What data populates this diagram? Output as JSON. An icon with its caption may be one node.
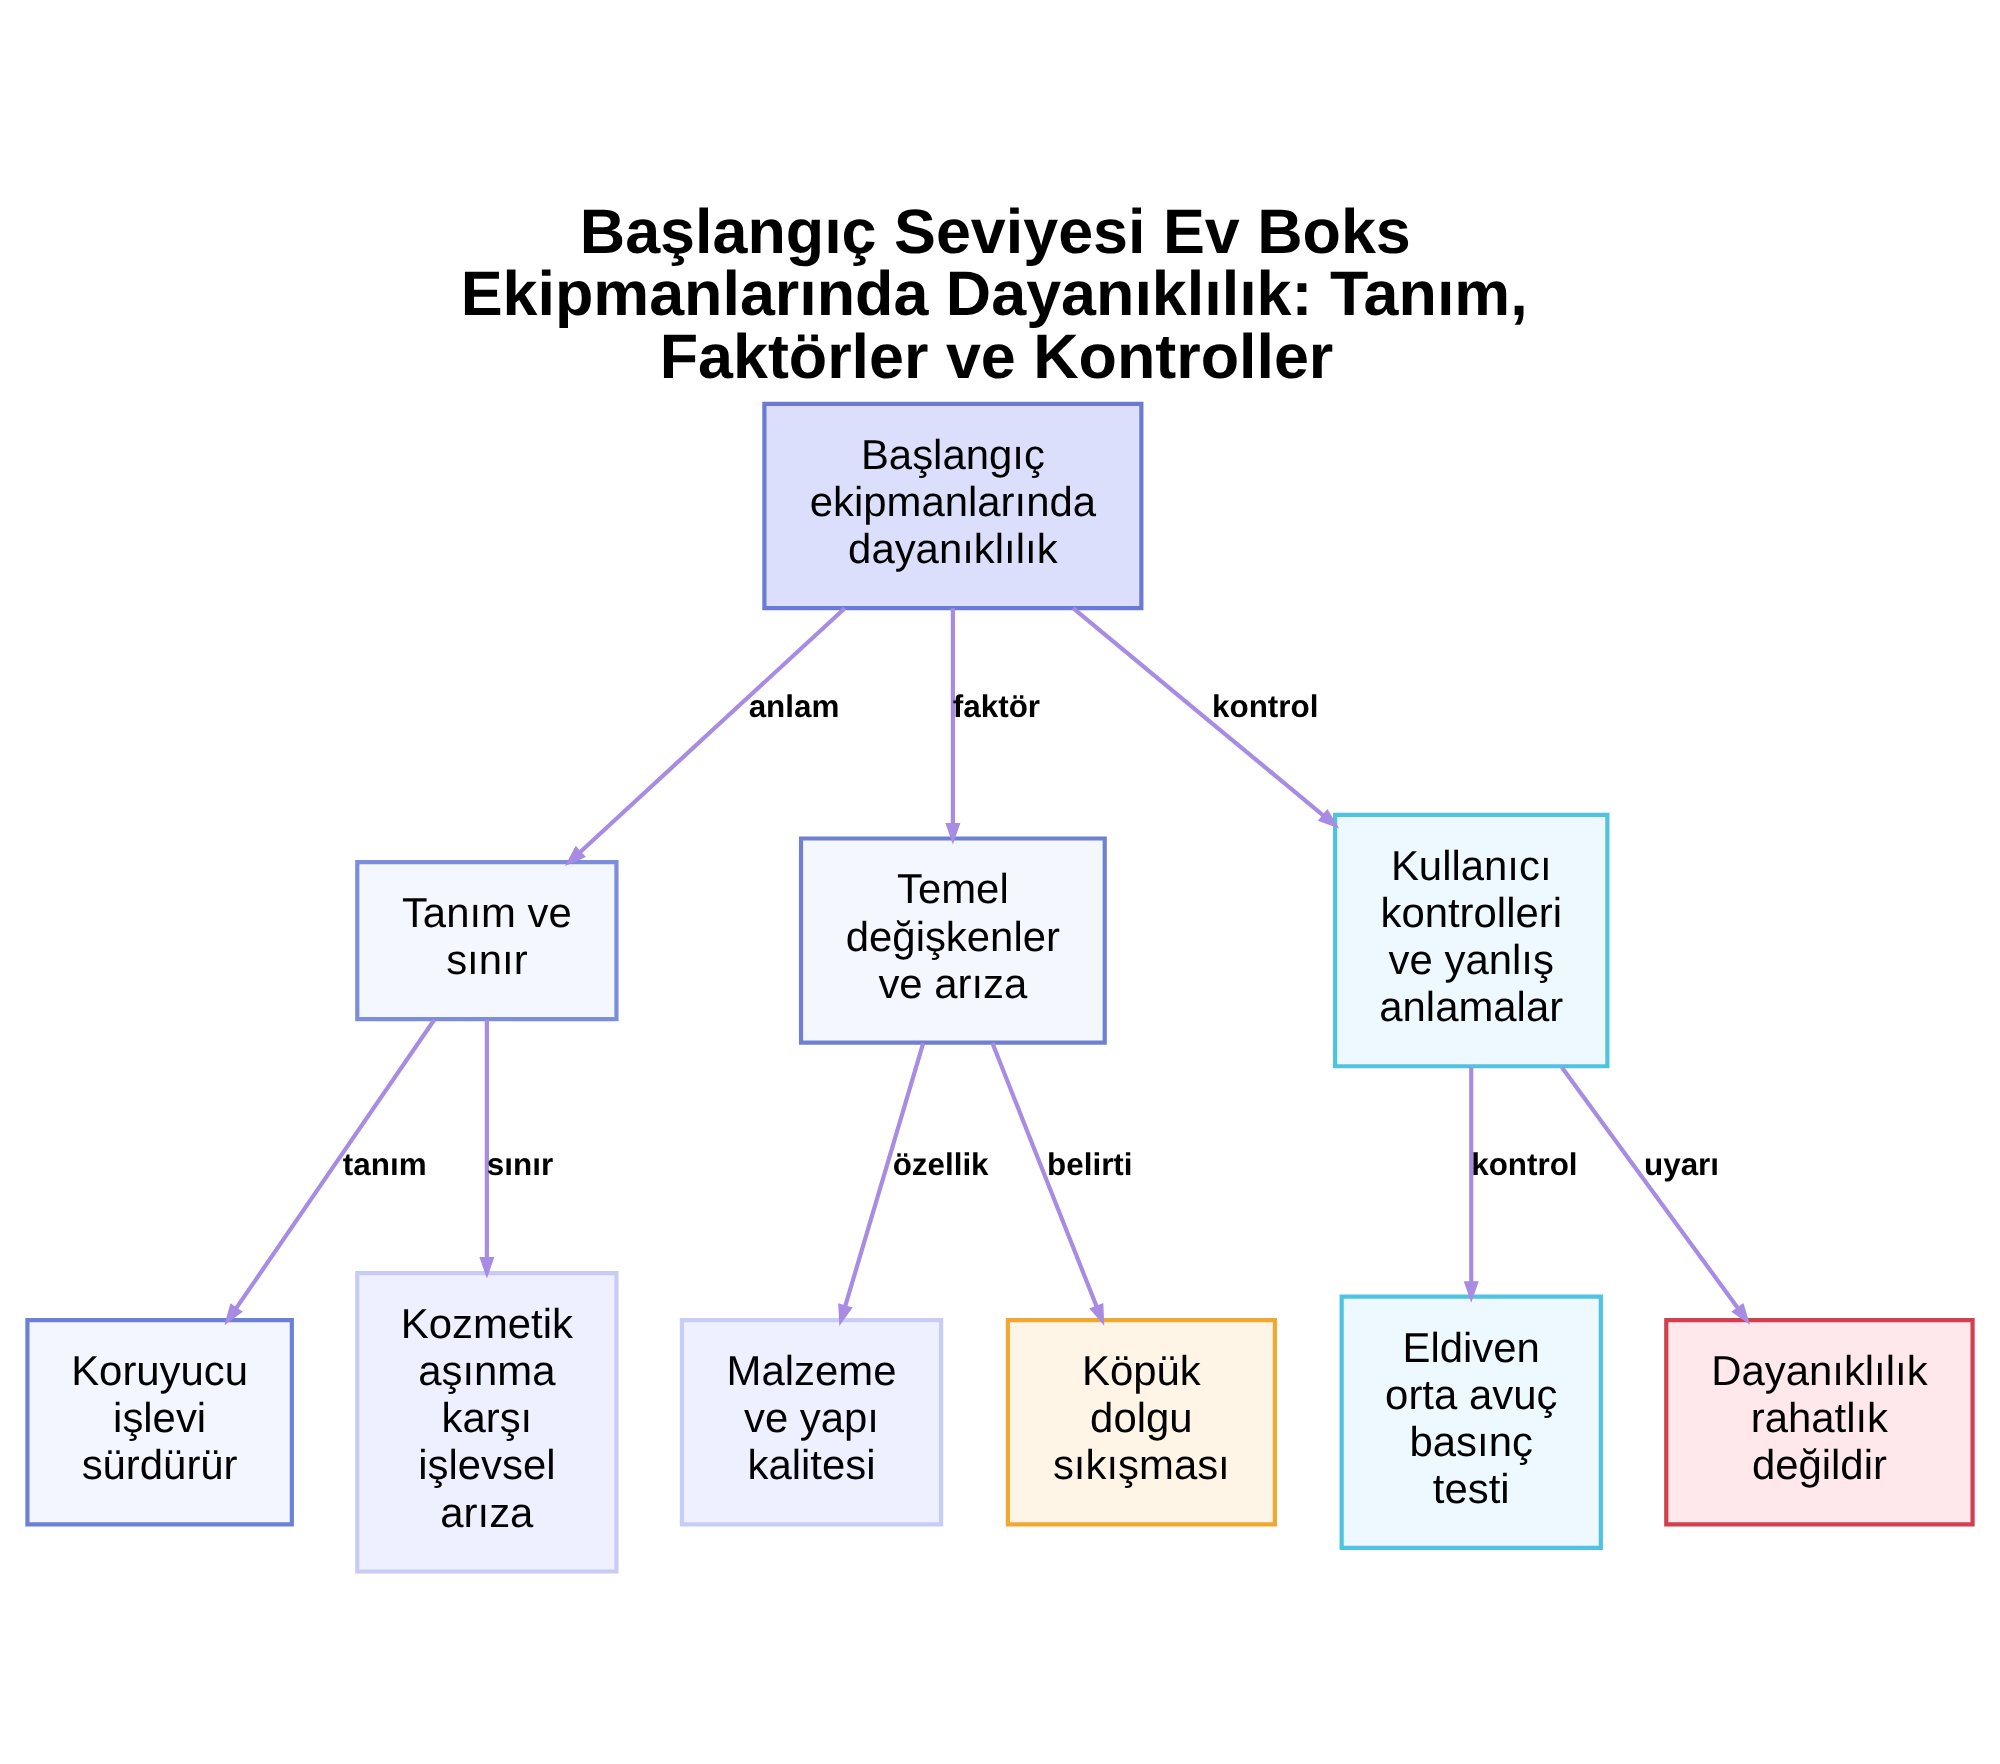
{
  "diagram": {
    "title": "Başlangıç Seviyesi Ev Boks Ekipmanlarında Dayanıklılık: Tanım, Faktörler ve Kontroller",
    "nodes": [
      {
        "text": [
          "Başlangıç ekipmanlarında dayanıklılık"
        ]
      },
      {
        "text": [
          "Tanım ve sınır"
        ]
      },
      {
        "text": [
          "Temel değişkenler ve arıza"
        ]
      },
      {
        "text": [
          "Kullanıcı kontrolleri ve yanlış anlamalar"
        ]
      },
      {
        "text": [
          "Koruyucu işlevi sürdürür"
        ]
      },
      {
        "text": [
          "Kozmetik aşınma karşı işlevsel arıza"
        ]
      },
      {
        "text": [
          "Malzeme ve yapı kalitesi"
        ]
      },
      {
        "text": [
          "Köpük dolgu sıkışması"
        ]
      },
      {
        "text": [
          "Eldiven orta avuç basınç testi"
        ]
      },
      {
        "text": [
          "Dayanıklılık rahatlık değildir"
        ]
      }
    ],
    "edges": [
      {
        "from": 0,
        "to": 1,
        "arrow": "to",
        "label": "anlam"
      },
      {
        "from": 0,
        "to": 2,
        "arrow": "to",
        "label": "faktör"
      },
      {
        "from": 0,
        "to": 3,
        "arrow": "to",
        "label": "kontrol"
      },
      {
        "from": 1,
        "to": 4,
        "arrow": "to",
        "label": "tanım"
      },
      {
        "from": 1,
        "to": 5,
        "arrow": "to",
        "label": "sınır"
      },
      {
        "from": 2,
        "to": 6,
        "arrow": "to",
        "label": "özellik"
      },
      {
        "from": 2,
        "to": 7,
        "arrow": "to",
        "label": "belirti"
      },
      {
        "from": 3,
        "to": 8,
        "arrow": "to",
        "label": "kontrol"
      },
      {
        "from": 3,
        "to": 9,
        "arrow": "to",
        "label": "uyarı"
      }
    ]
  }
}
